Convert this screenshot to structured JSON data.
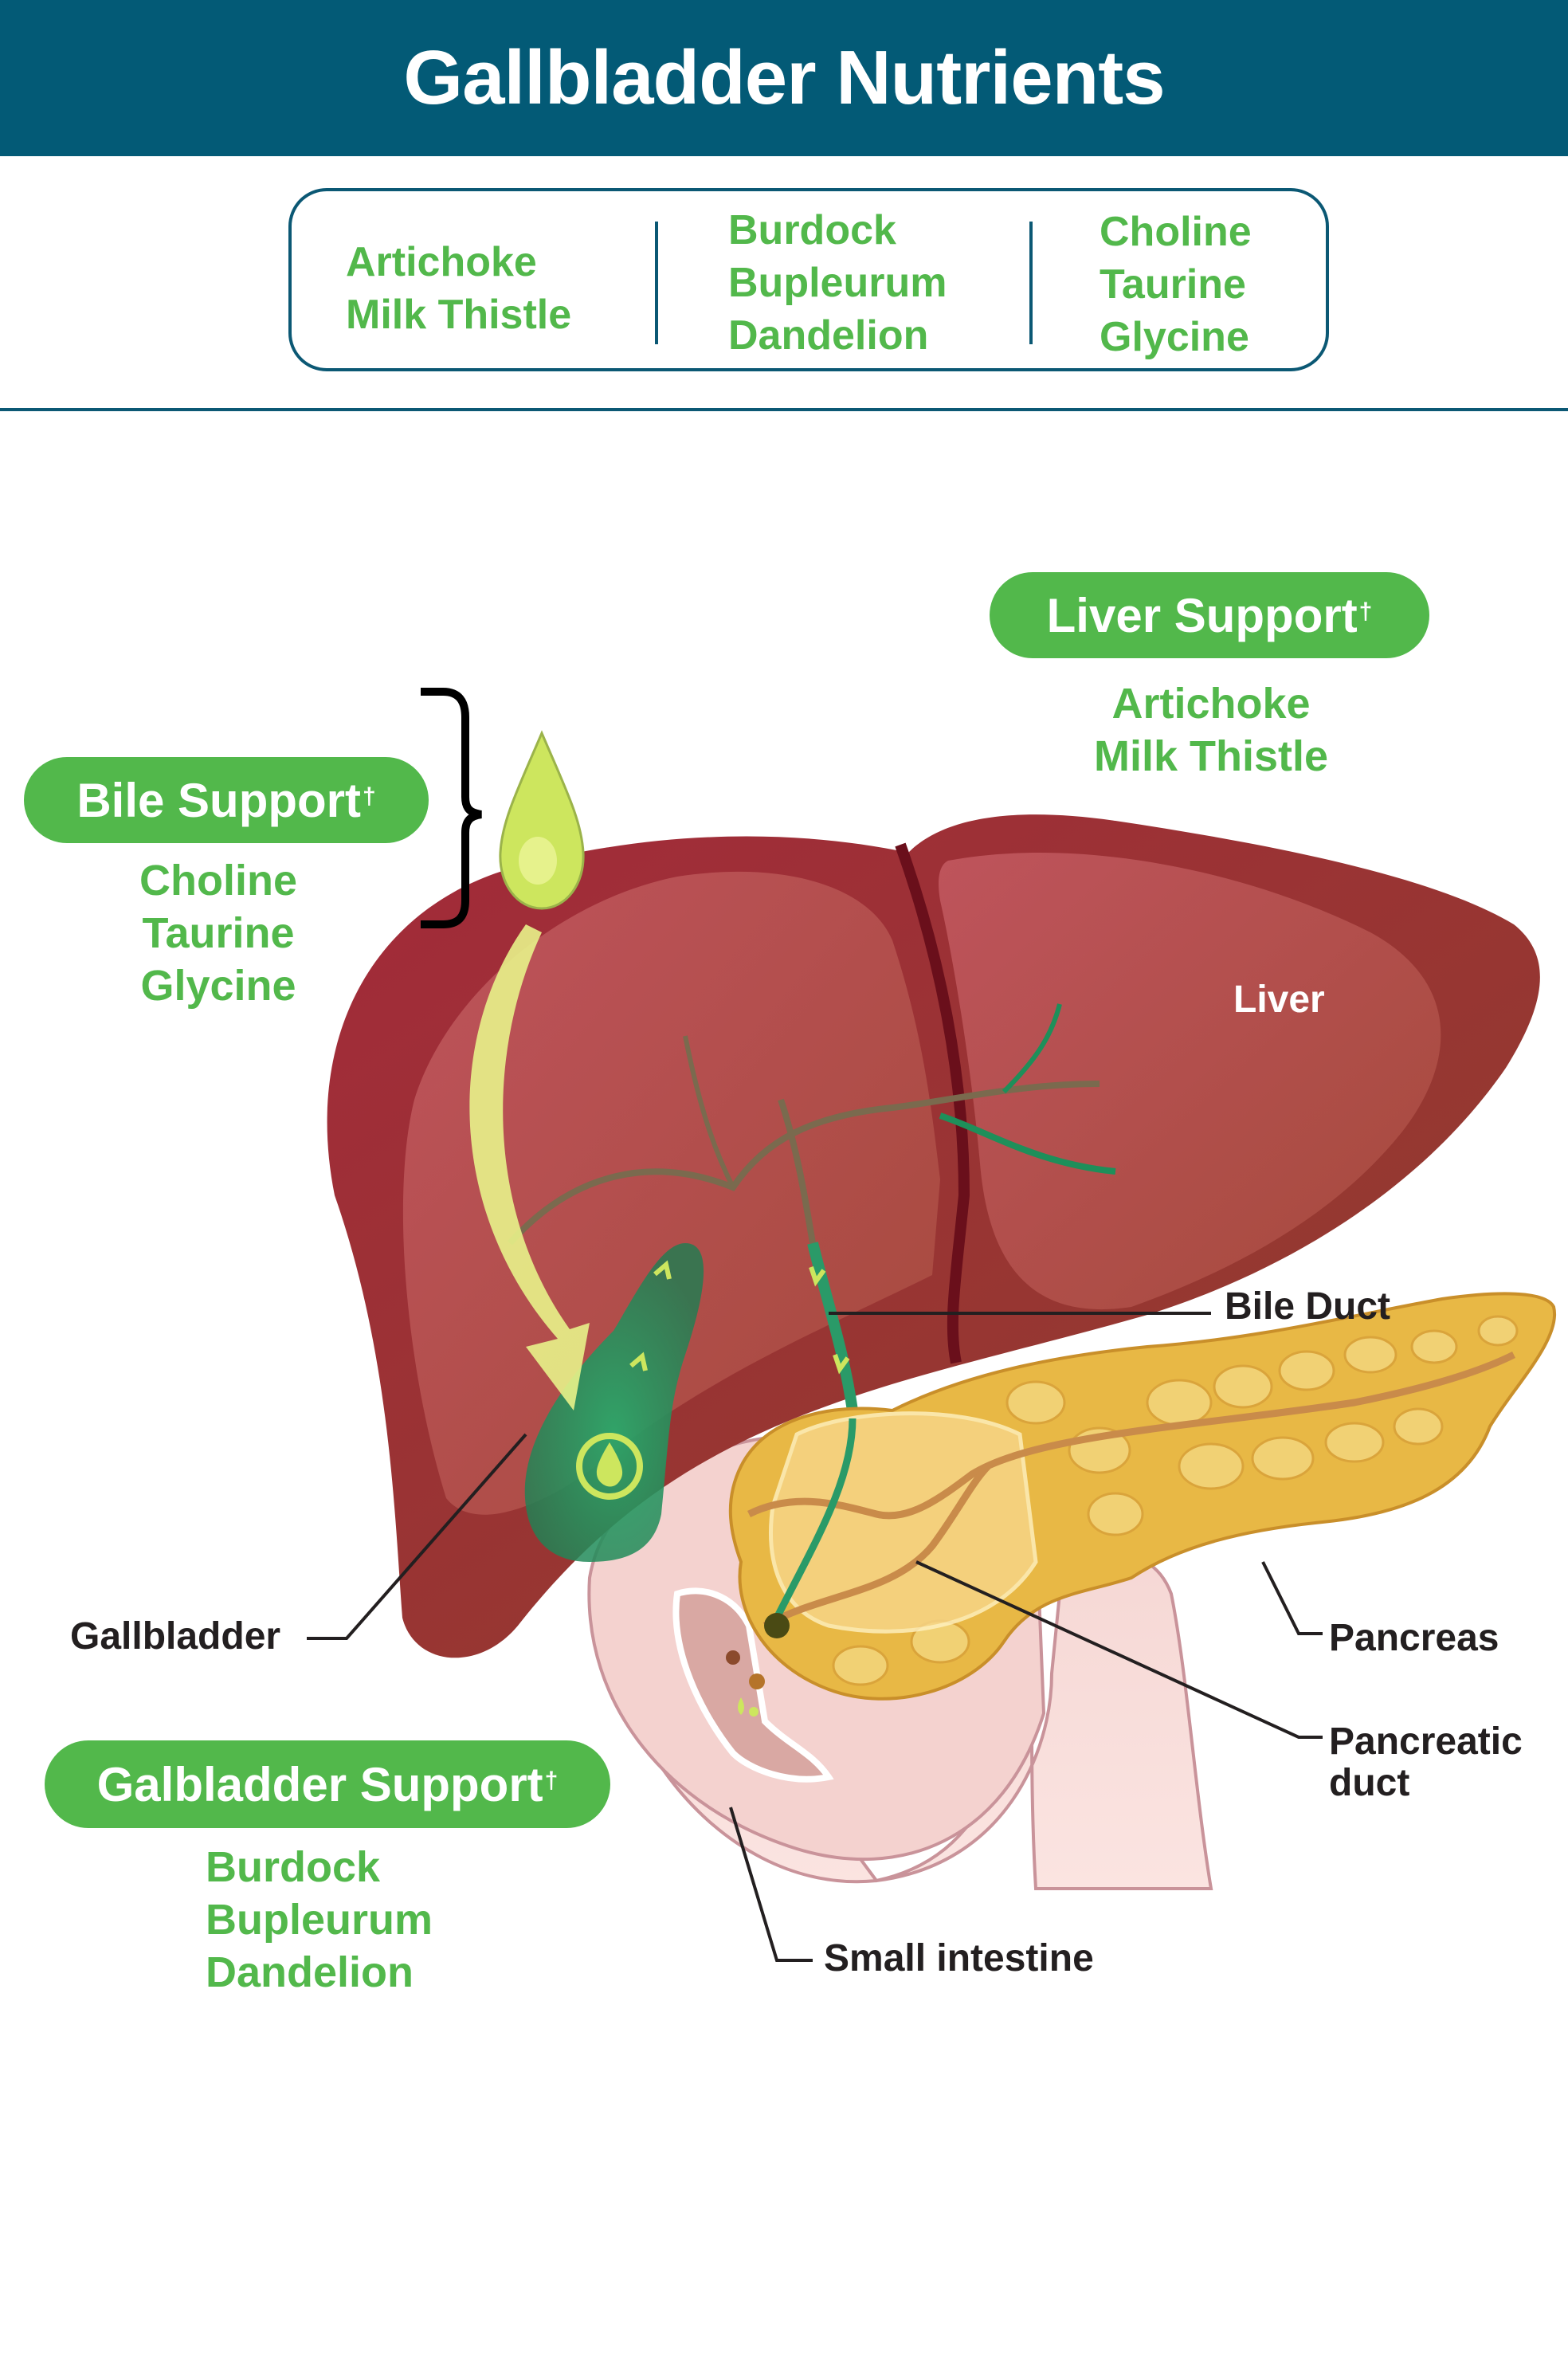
{
  "header": {
    "title": "Gallbladder Nutrients"
  },
  "summary": {
    "columns": [
      {
        "items": [
          "Artichoke",
          "Milk Thistle"
        ]
      },
      {
        "items": [
          "Burdock",
          "Bupleurum",
          "Dandelion"
        ]
      },
      {
        "items": [
          "Choline",
          "Taurine",
          "Glycine"
        ]
      }
    ]
  },
  "groups": {
    "bile": {
      "title": "Bile Support",
      "mark": "†",
      "items": [
        "Choline",
        "Taurine",
        "Glycine"
      ]
    },
    "liver": {
      "title": "Liver Support",
      "mark": "†",
      "items": [
        "Artichoke",
        "Milk Thistle"
      ]
    },
    "gallbladder": {
      "title": "Galbladder Support",
      "mark": "†",
      "items": [
        "Burdock",
        "Bupleurum",
        "Dandelion"
      ]
    }
  },
  "anatomy_labels": {
    "liver": "Liver",
    "bile_duct": "Bile Duct",
    "gallbladder": "Gallbladder",
    "pancreas": "Pancreas",
    "pancreatic_duct_line1": "Pancreatic",
    "pancreatic_duct_line2": "duct",
    "small_intestine": "Small intestine"
  },
  "colors": {
    "header_bg": "#035a76",
    "accent_green": "#52b84b",
    "liver": "#9c3535",
    "pancreas": "#e8b845",
    "bile_drop": "#cde65e",
    "label_text": "#231f20"
  }
}
